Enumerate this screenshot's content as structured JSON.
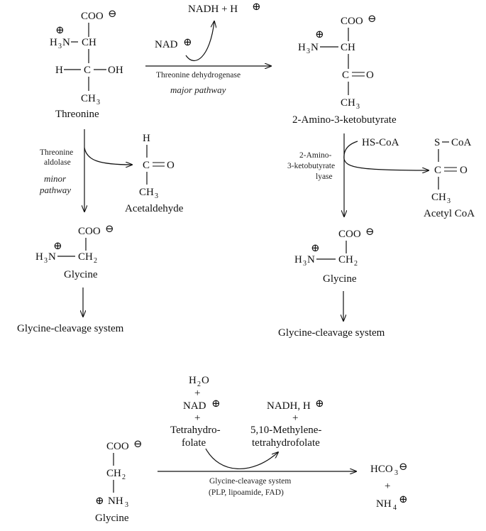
{
  "charges": {
    "plus": "⊕",
    "minus": "⊖"
  },
  "atoms": {
    "coo": "COO",
    "h3n": "H",
    "h3n_n": "N",
    "ch": "CH",
    "h": "H",
    "c": "C",
    "oh": "OH",
    "o": "O",
    "ch3": "CH",
    "ch2": "CH",
    "nh3": "NH",
    "s_coa": "S",
    "coa": "CoA",
    "sub3": "3",
    "sub2": "2"
  },
  "molecules": {
    "threonine": "Threonine",
    "amino_ketobutyrate": "2-Amino-3-ketobutyrate",
    "acetaldehyde": "Acetaldehyde",
    "acetyl_coa": "Acetyl CoA",
    "glycine": "Glycine"
  },
  "pathway_major": {
    "cofactor_in": "NAD",
    "cofactor_out": "NADH + H",
    "enzyme": "Threonine dehydrogenase",
    "label": "major pathway"
  },
  "pathway_minor": {
    "enzyme_line1": "Threonine",
    "enzyme_line2": "aldolase",
    "label_line1": "minor",
    "label_line2": "pathway"
  },
  "lyase": {
    "cofactor_in": "HS-CoA",
    "enzyme_line1": "2-Amino-",
    "enzyme_line2": "3-ketobutyrate",
    "enzyme_line3": "lyase"
  },
  "cleavage": {
    "destination": "Glycine-cleavage system",
    "inputs": [
      "H",
      "+",
      "NAD",
      "+",
      "Tetrahydro-",
      "folate"
    ],
    "h2o_sub": "2",
    "h2o_o": "O",
    "outputs": [
      "NADH, H",
      "+",
      "5,10-Methylene-",
      "tetrahydrofolate"
    ],
    "enzyme": "Glycine-cleavage system",
    "cofactors": "(PLP, lipoamide, FAD)",
    "product_hco3": "HCO",
    "product_plus": "+",
    "product_nh4": "NH",
    "sub4": "4"
  }
}
